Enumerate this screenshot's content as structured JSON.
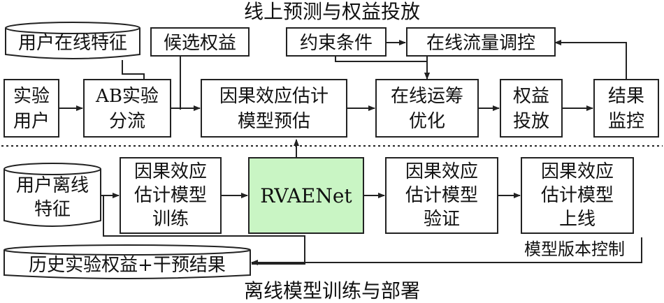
{
  "top_title": "线上预测与权益投放",
  "bottom_title": "离线模型训练与部署",
  "online": {
    "user_features": "用户在线特征",
    "candidate_rights": "候选权益",
    "constraints": "约束条件",
    "online_control": "在线流量调控",
    "exp_users": [
      "实验",
      "用户"
    ],
    "ab_split": [
      "AB实验",
      "分流"
    ],
    "model_predict": [
      "因果效应估计",
      "模型预估"
    ],
    "online_opt": [
      "在线运筹",
      "优化"
    ],
    "rights_delivery": [
      "权益",
      "投放"
    ],
    "monitor": [
      "结果",
      "监控"
    ]
  },
  "offline": {
    "offline_features": [
      "用户离线",
      "特征"
    ],
    "model_train": [
      "因果效应",
      "估计模型",
      "训练"
    ],
    "rvaenet": "RVAENet",
    "model_verify": [
      "因果效应",
      "估计模型",
      "验证"
    ],
    "model_online": [
      "因果效应",
      "估计模型",
      "上线"
    ],
    "version_control": "模型版本控制",
    "history": "历史实验权益+干预结果"
  },
  "colors": {
    "highlight": "#c9f5c4",
    "stroke": "#222222"
  }
}
